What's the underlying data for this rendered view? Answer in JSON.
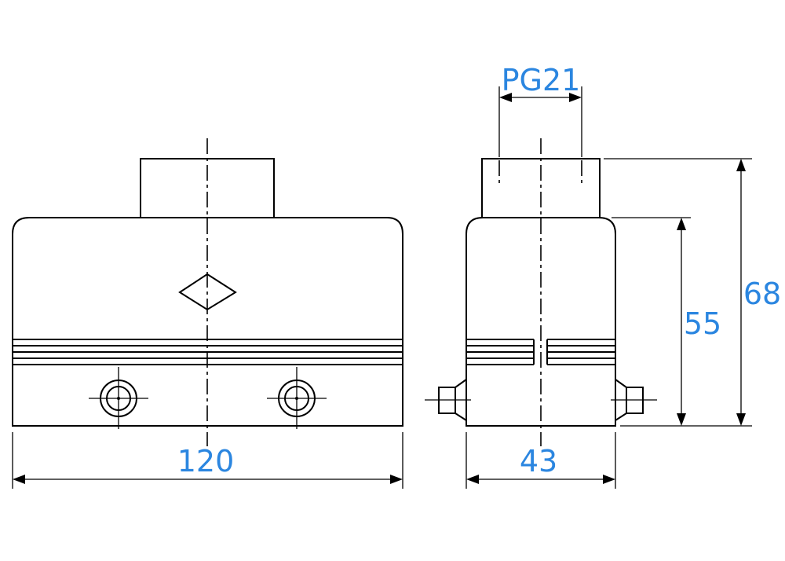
{
  "labels": {
    "width_front": "120",
    "width_side": "43",
    "height_body": "55",
    "height_total": "68",
    "thread": "PG21"
  },
  "colors": {
    "dimension_text": "#2b86e0",
    "line": "#000000"
  }
}
